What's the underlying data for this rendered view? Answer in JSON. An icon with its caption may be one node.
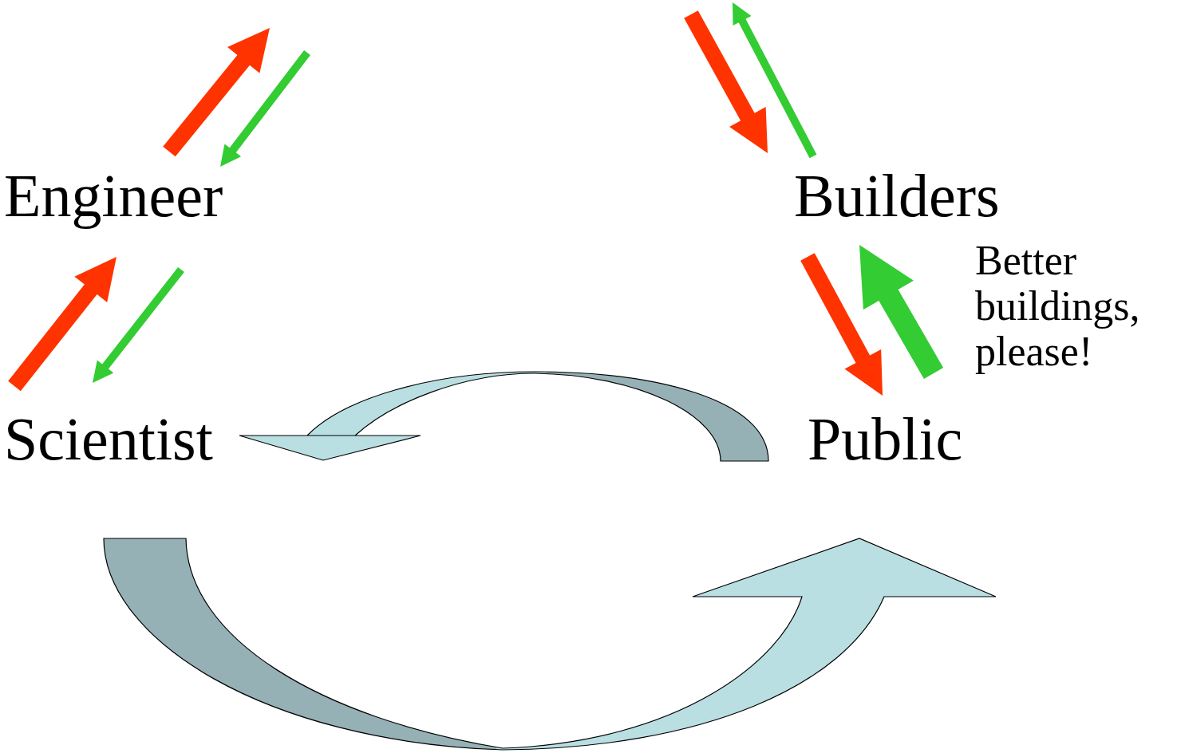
{
  "diagram": {
    "nodes": [
      {
        "text": [
          "Engineer"
        ]
      },
      {
        "text": [
          "Builders"
        ]
      },
      {
        "text": [
          "Scientist"
        ]
      },
      {
        "text": [
          "Public"
        ]
      }
    ],
    "edges": [
      {
        "from": 0,
        "to": null,
        "arrow": "to",
        "style": "thick",
        "color": "#ff3300"
      },
      {
        "from": null,
        "to": 0,
        "arrow": "to",
        "color": "#33cc33"
      },
      {
        "from": 2,
        "to": 0,
        "arrow": "to",
        "style": "thick",
        "color": "#ff3300"
      },
      {
        "from": 0,
        "to": 2,
        "arrow": "to",
        "color": "#33cc33"
      },
      {
        "from": null,
        "to": 1,
        "arrow": "to",
        "style": "thick",
        "color": "#ff3300"
      },
      {
        "from": 1,
        "to": null,
        "arrow": "to",
        "color": "#33cc33"
      },
      {
        "from": 1,
        "to": 3,
        "arrow": "to",
        "style": "thick",
        "color": "#ff3300"
      },
      {
        "from": 3,
        "to": 1,
        "arrow": "to",
        "style": "thick",
        "color": "#33cc33",
        "label": "Better buildings, please!"
      },
      {
        "from": 3,
        "to": 2,
        "arrow": "to",
        "color": "#b9dfe3"
      },
      {
        "from": 2,
        "to": 3,
        "arrow": "to",
        "color": "#b9dfe3"
      }
    ]
  }
}
